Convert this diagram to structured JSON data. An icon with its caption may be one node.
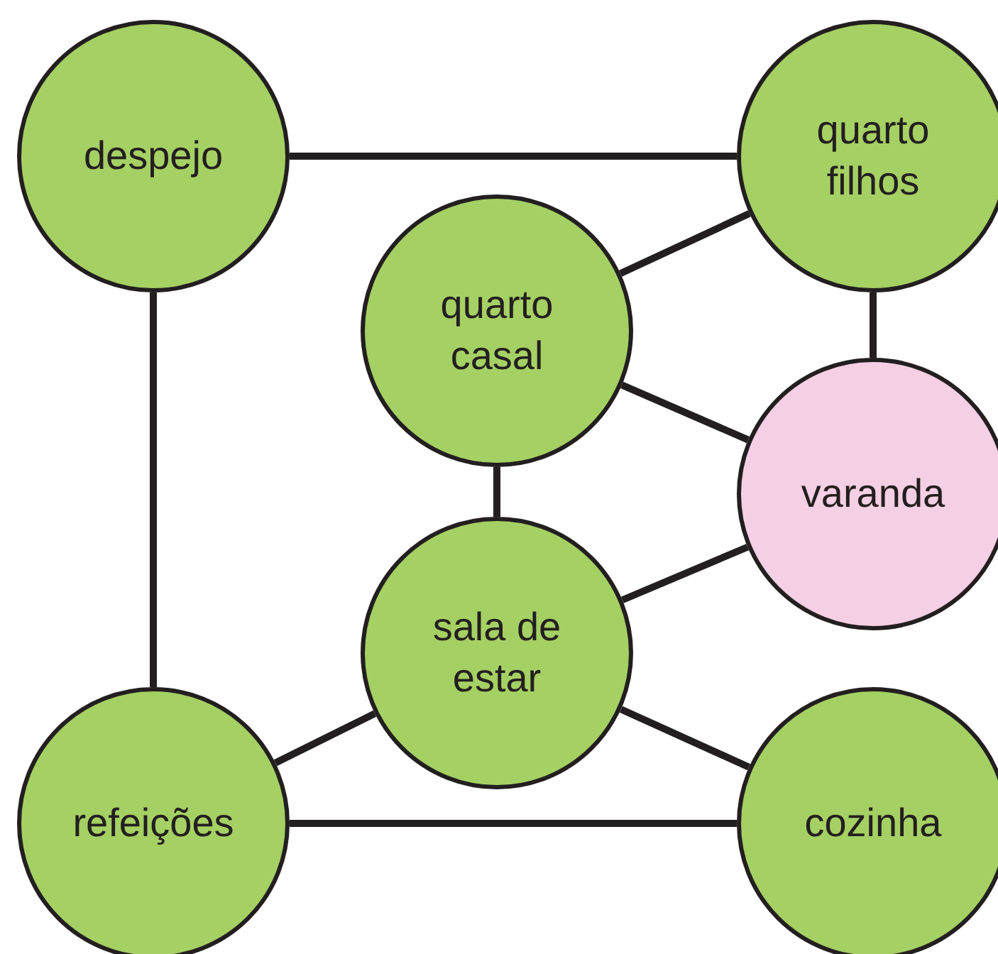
{
  "diagram": {
    "nodes": [
      {
        "text": [
          "despejo"
        ]
      },
      {
        "text": [
          "quarto filhos"
        ]
      },
      {
        "text": [
          "quarto casal"
        ]
      },
      {
        "text": [
          "varanda"
        ]
      },
      {
        "text": [
          "sala de estar"
        ]
      },
      {
        "text": [
          "refeições"
        ]
      },
      {
        "text": [
          "cozinha"
        ]
      }
    ],
    "edges": [
      {
        "from": 0,
        "to": 1,
        "arrow": "none"
      },
      {
        "from": 0,
        "to": 5,
        "arrow": "none"
      },
      {
        "from": 2,
        "to": 1,
        "arrow": "none"
      },
      {
        "from": 1,
        "to": 3,
        "arrow": "none"
      },
      {
        "from": 2,
        "to": 3,
        "arrow": "none"
      },
      {
        "from": 2,
        "to": 4,
        "arrow": "none"
      },
      {
        "from": 4,
        "to": 3,
        "arrow": "none"
      },
      {
        "from": 4,
        "to": 5,
        "arrow": "none"
      },
      {
        "from": 4,
        "to": 6,
        "arrow": "none"
      },
      {
        "from": 5,
        "to": 6,
        "arrow": "none"
      }
    ]
  }
}
